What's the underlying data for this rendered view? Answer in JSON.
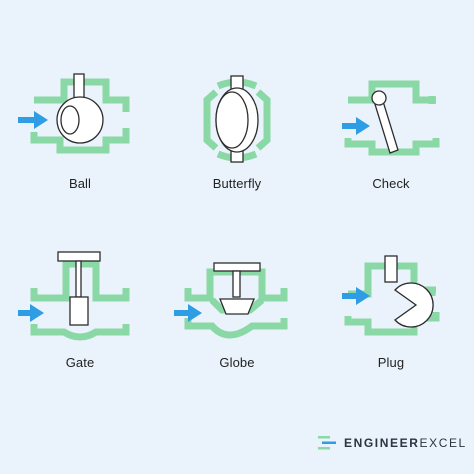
{
  "valves": [
    {
      "name": "Ball"
    },
    {
      "name": "Butterfly"
    },
    {
      "name": "Check"
    },
    {
      "name": "Gate"
    },
    {
      "name": "Globe"
    },
    {
      "name": "Plug"
    }
  ],
  "brand": {
    "bold": "ENGINEER",
    "light": "EXCEL"
  },
  "colors": {
    "background": "#eaf3fb",
    "pipe": "#8ad8a6",
    "arrow": "#2f9de4",
    "part_fill": "#ffffff",
    "part_stroke": "#2d2d2d"
  }
}
